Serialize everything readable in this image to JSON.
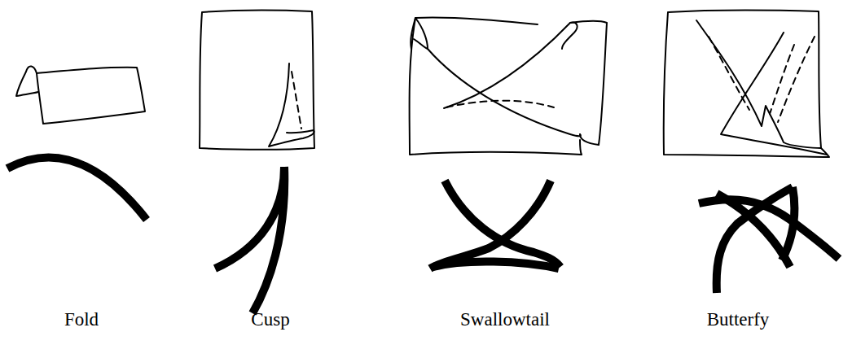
{
  "diagram": {
    "labels": [
      "Fold",
      "Cusp",
      "Swallowtail",
      "Butterfy"
    ]
  }
}
